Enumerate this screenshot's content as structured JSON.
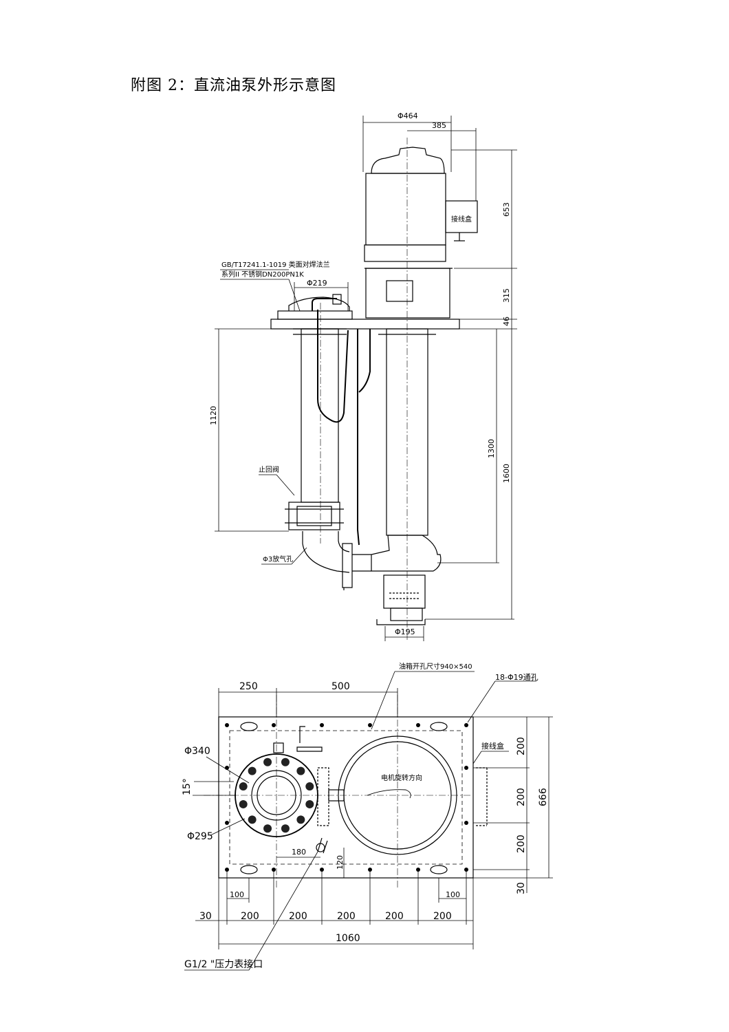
{
  "title": "附图 2：直流油泵外形示意图",
  "elevation": {
    "dims": {
      "motor_dia": "Φ464",
      "box_offset": "385",
      "motor_height": "653",
      "bracket_height": "315",
      "plate_thk": "46",
      "pipe_length": "1120",
      "shaft_length": "1300",
      "total_length": "1600",
      "outlet_dia": "Φ219",
      "suction_dia": "Φ195"
    },
    "labels": {
      "standard_line1": "GB/T17241.1-1019 类面对焊法兰",
      "standard_line2": "系列II 不锈钢DN200PN1K",
      "junction_box": "接线盒",
      "check_valve": "止回阀",
      "vent_hole": "Φ3放气孔"
    }
  },
  "plan": {
    "dims": {
      "top_250": "250",
      "top_500": "500",
      "d340": "Φ340",
      "d295": "Φ295",
      "angle": "15°",
      "d180": "180",
      "d120": "120",
      "b100_left": "100",
      "b100_right": "100",
      "b30_left": "30",
      "b200_1": "200",
      "b200_2": "200",
      "b200_3": "200",
      "b200_4": "200",
      "b200_5": "200",
      "total_1060": "1060",
      "r200_top": "200",
      "r200_mid": "200",
      "r200_bot": "200",
      "r30": "30",
      "total_666": "666"
    },
    "labels": {
      "tank_opening": "油箱开孔尺寸940×540",
      "bolt_holes": "18-Φ19通孔",
      "junction_box": "接线盒",
      "rotation": "电机旋转方向",
      "gauge_port": "G1/2 \"压力表接口"
    }
  }
}
